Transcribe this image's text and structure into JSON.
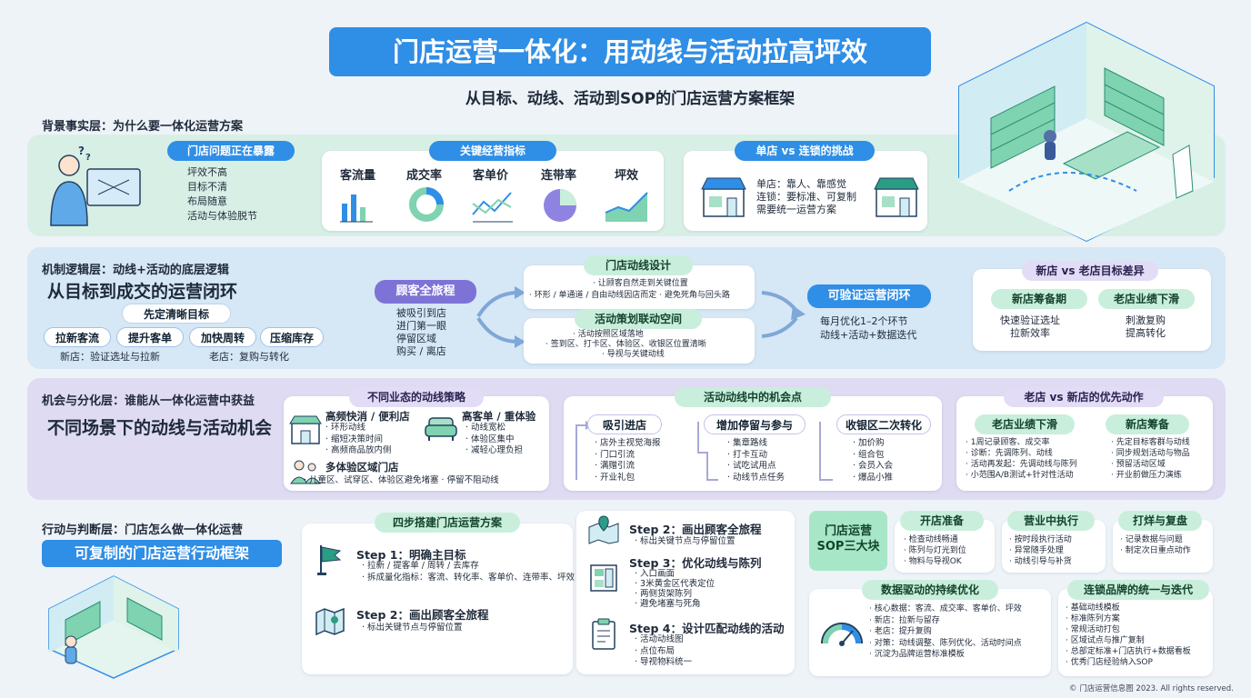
{
  "header": {
    "title": "门店运营一体化：用动线与活动拉高坪效",
    "subtitle": "从目标、动线、活动到SOP的门店运营方案框架"
  },
  "layer1": {
    "heading": "背景事实层：为什么要一体化运营方案",
    "problems": {
      "title": "门店问题正在暴露",
      "items": [
        "坪效不高",
        "目标不清",
        "布局随意",
        "活动与体验脱节"
      ]
    },
    "kpi": {
      "title": "关键经营指标",
      "items": [
        "客流量",
        "成交率",
        "客单价",
        "连带率",
        "坪效"
      ]
    },
    "chain": {
      "title": "单店 vs 连锁的挑战",
      "lines": [
        "单店：靠人、靠感觉",
        "连锁：要标准、可复制",
        "需要统一运营方案"
      ]
    }
  },
  "layer2": {
    "heading": "机制逻辑层：动线+活动的底层逻辑",
    "big": "从目标到成交的运营闭环",
    "goal_title": "先定清晰目标",
    "goals": [
      "拉新客流",
      "提升客单",
      "加快周转",
      "压缩库存"
    ],
    "new_store_goal": "新店：验证选址与拉新",
    "old_store_goal": "老店：复购与转化",
    "journey_title": "顾客全旅程",
    "journey_items": [
      "被吸引到店",
      "进门第一眼",
      "停留区域",
      "购买 / 离店"
    ],
    "route_title": "门店动线设计",
    "route_items": [
      "· 让顾客自然走到关键位置",
      "· 环形 / 单通道 / 自由动线因店而定  · 避免死角与回头路"
    ],
    "activity_title": "活动策划联动空间",
    "activity_items": [
      "· 活动按照区域落地",
      "· 签到区、打卡区、体验区、收银区位置清晰",
      "· 导视与关键动线"
    ],
    "loop_title": "可验证运营闭环",
    "loop_items": [
      "每月优化1–2个环节",
      "动线+活动+数据迭代"
    ],
    "diff_title": "新店 vs 老店目标差异",
    "diff_new_title": "新店筹备期",
    "diff_old_title": "老店业绩下滑",
    "diff_new_items": [
      "快速验证选址",
      "拉新效率"
    ],
    "diff_old_items": [
      "刺激复购",
      "提高转化"
    ]
  },
  "layer3": {
    "heading": "机会与分化层：谁能从一体化运营中获益",
    "big": "不同场景下的动线与活动机会",
    "strategy_title": "不同业态的动线策略",
    "fast_title": "高频快消 / 便利店",
    "fast_items": [
      "· 环形动线",
      "· 缩短决策时间",
      "· 高频商品放内侧"
    ],
    "high_title": "高客单 / 重体验",
    "high_items": [
      "· 动线宽松",
      "· 体验区集中",
      "· 减轻心理负担"
    ],
    "multi_title": "多体验区域门店",
    "multi_items": "· 儿童区、试穿区、体验区避免堵塞 · 停留不阻动线",
    "opportunity_title": "活动动线中的机会点",
    "opp_cols": [
      {
        "title": "吸引进店",
        "items": [
          "· 店外主视觉海报",
          "· 门口引流",
          "· 满赠引流",
          "· 开业礼包"
        ]
      },
      {
        "title": "增加停留与参与",
        "items": [
          "· 集章路线",
          "· 打卡互动",
          "· 试吃试用点",
          "· 动线节点任务"
        ]
      },
      {
        "title": "收银区二次转化",
        "items": [
          "· 加价购",
          "· 组合包",
          "· 会员入会",
          "· 爆品小推"
        ]
      }
    ],
    "priority_title": "老店 vs 新店的优先动作",
    "priority_old_title": "老店业绩下滑",
    "priority_new_title": "新店筹备",
    "priority_old_items": [
      "· 1周记录顾客、成交率",
      "· 诊断：先调陈列、动线",
      "· 活动再发起：先调动线与陈列",
      "· 小范围A/B测试+针对性活动"
    ],
    "priority_new_items": [
      "· 先定目标客群与动线",
      "· 同步规划活动与物品",
      "· 预留活动区域",
      "· 开业前做压力演练"
    ]
  },
  "layer4": {
    "heading": "行动与判断层：门店怎么做一体化运营",
    "big": "可复制的门店运营行动框架",
    "steps_title": "四步搭建门店运营方案",
    "step1_title": "Step 1：明确主目标",
    "step1_items": [
      "· 拉新 / 提客单 / 周转 / 去库存",
      "· 拆成量化指标：客流、转化率、客单价、连带率、坪效"
    ],
    "step2a_title": "Step 2：画出顾客全旅程",
    "step2a_items": [
      "· 标出关键节点与停留位置"
    ],
    "step2b_title": "Step 2：画出顾客全旅程",
    "step2b_items": [
      "· 标出关键节点与停留位置"
    ],
    "step3_title": "Step 3：优化动线与陈列",
    "step3_items": [
      "· 入口画面",
      "· 3米黄金区代表定位",
      "· 两侧货架陈列",
      "· 避免堵塞与死角"
    ],
    "step4_title": "Step 4：设计匹配动线的活动",
    "step4_items": [
      "· 活动动线图",
      "· 点位布局",
      "· 导视物料统一"
    ],
    "sop_title": "门店运营\nSOP三大块",
    "sop_cols": [
      {
        "title": "开店准备",
        "items": [
          "· 检查动线畅通",
          "· 陈列与灯光到位",
          "· 物料与导视OK"
        ]
      },
      {
        "title": "营业中执行",
        "items": [
          "· 按时段执行活动",
          "· 异常随手处理",
          "· 动线引导与补货"
        ]
      },
      {
        "title": "打烊与复盘",
        "items": [
          "· 记录数据与问题",
          "· 制定次日重点动作"
        ]
      }
    ],
    "data_title": "数据驱动的持续优化",
    "data_items": [
      "· 核心数据：客流、成交率、客单价、坪效",
      "· 新店：拉新与留存",
      "· 老店：提升复购",
      "· 对策：动线调整、陈列优化、活动时间点",
      "· 沉淀为品牌运营标准模板"
    ],
    "brand_title": "连锁品牌的统一与迭代",
    "brand_items": [
      "· 基础动线模板",
      "· 标准陈列方案",
      "· 常规活动打包",
      "· 区域试点与推广复制",
      "· 总部定标准+门店执行+数据看板",
      "· 优秀门店经验纳入SOP"
    ]
  },
  "footer": "© 门店运营信息图 2023. All rights reserved.",
  "colors": {
    "primary": "#2f8ee6",
    "mint": "#a8e6c8",
    "violet": "#7d73d6",
    "band1": "#d8efe6",
    "band2": "#d6e7f5",
    "band3": "#dedbf2"
  }
}
